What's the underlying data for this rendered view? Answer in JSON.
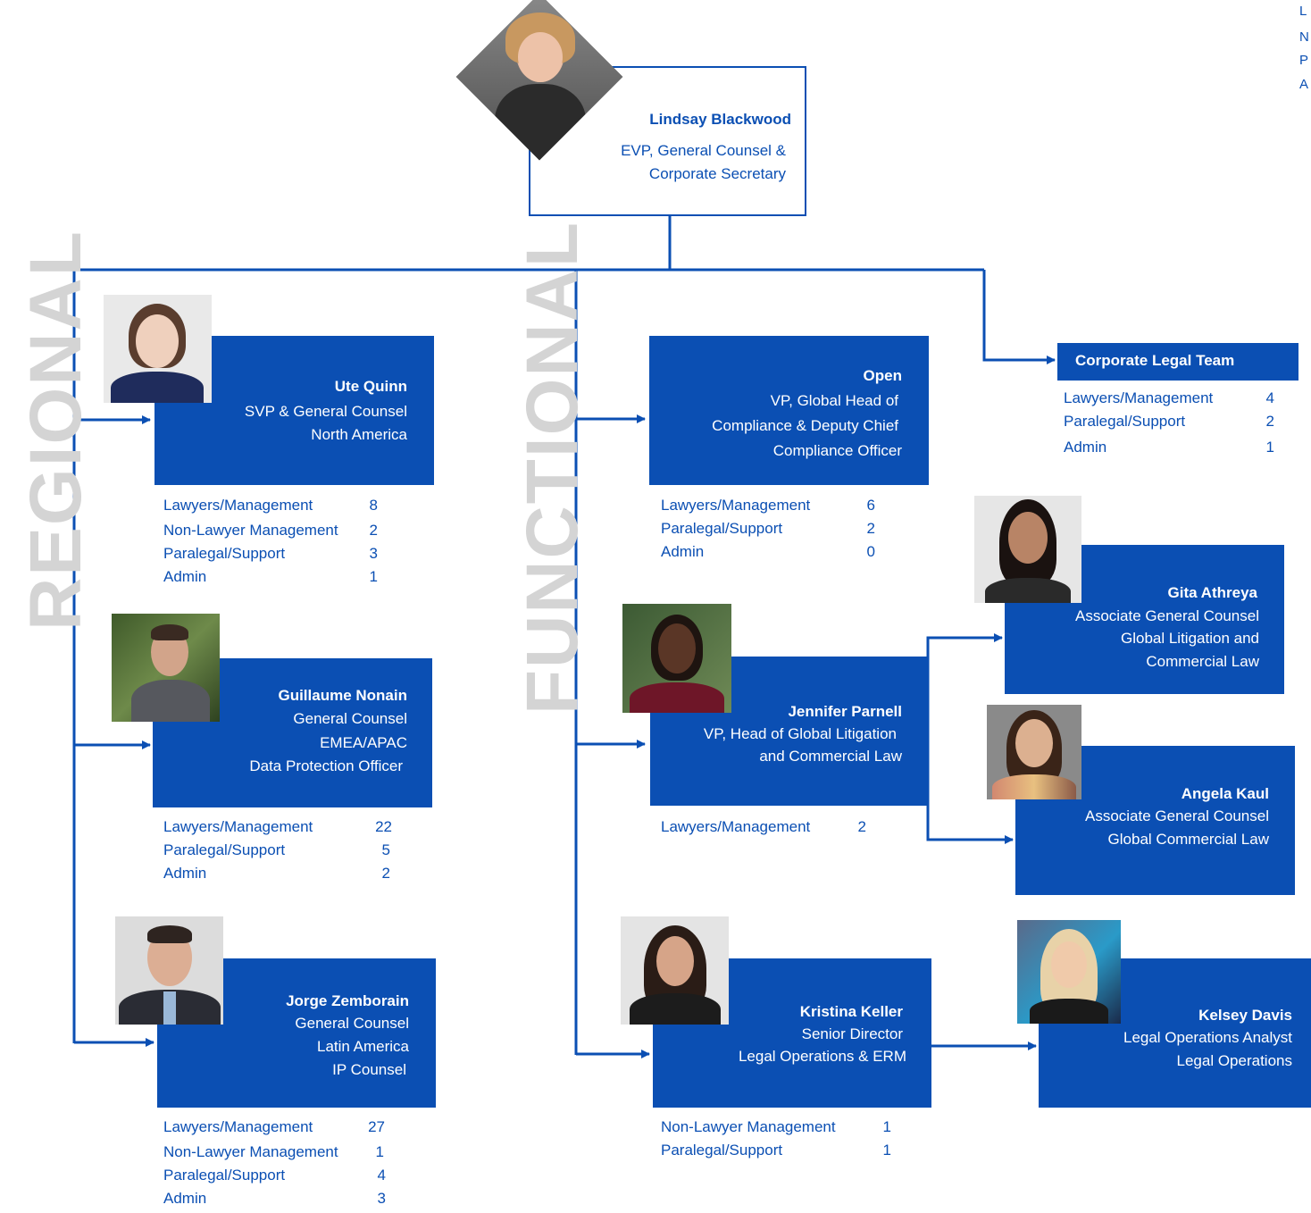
{
  "colors": {
    "brand": "#0B4FB3",
    "watermark": "#D4D4D4",
    "connector": "#0B4FB3"
  },
  "section_labels": {
    "regional": "REGIONAL",
    "functional": "FUNCTIONAL"
  },
  "edge_text": [
    "L",
    "N",
    "P",
    "A"
  ],
  "root": {
    "name": "Lindsay Blackwood",
    "title_1": "EVP, General Counsel &",
    "title_2": "Corporate Secretary"
  },
  "corporate_legal_team": {
    "title": "Corporate Legal Team",
    "stats": [
      {
        "label": "Lawyers/Management",
        "value": "4"
      },
      {
        "label": "Paralegal/Support",
        "value": "2"
      },
      {
        "label": "Admin",
        "value": "1"
      }
    ]
  },
  "regional": [
    {
      "name": "Ute Quinn",
      "line_1": "SVP & General Counsel",
      "line_2": "North America",
      "stats": [
        {
          "label": "Lawyers/Management",
          "value": "8"
        },
        {
          "label": "Non-Lawyer Management",
          "value": "2"
        },
        {
          "label": "Paralegal/Support",
          "value": "3"
        },
        {
          "label": "Admin",
          "value": "1"
        }
      ]
    },
    {
      "name": "Guillaume Nonain",
      "line_1": "General Counsel",
      "line_2": "EMEA/APAC",
      "line_3": "Data Protection Officer",
      "stats": [
        {
          "label": "Lawyers/Management",
          "value": "22"
        },
        {
          "label": "Paralegal/Support",
          "value": "5"
        },
        {
          "label": "Admin",
          "value": "2"
        }
      ]
    },
    {
      "name": "Jorge Zemborain",
      "line_1": "General Counsel",
      "line_2": "Latin America",
      "line_3": "IP Counsel",
      "stats": [
        {
          "label": "Lawyers/Management",
          "value": "27"
        },
        {
          "label": "Non-Lawyer Management",
          "value": "1"
        },
        {
          "label": "Paralegal/Support",
          "value": "4"
        },
        {
          "label": "Admin",
          "value": "3"
        }
      ]
    }
  ],
  "functional": [
    {
      "name": "Open",
      "line_1": "VP, Global Head of",
      "line_2": "Compliance & Deputy Chief",
      "line_3": "Compliance Officer",
      "stats": [
        {
          "label": "Lawyers/Management",
          "value": "6"
        },
        {
          "label": "Paralegal/Support",
          "value": "2"
        },
        {
          "label": "Admin",
          "value": "0"
        }
      ]
    },
    {
      "name": "Jennifer Parnell",
      "line_1": "VP, Head of Global Litigation",
      "line_2": "and Commercial Law",
      "stats": [
        {
          "label": "Lawyers/Management",
          "value": "2"
        }
      ]
    },
    {
      "name": "Kristina Keller",
      "line_1": "Senior Director",
      "line_2": "Legal Operations & ERM",
      "stats": [
        {
          "label": "Non-Lawyer Management",
          "value": "1"
        },
        {
          "label": "Paralegal/Support",
          "value": "1"
        }
      ]
    }
  ],
  "reports": [
    {
      "name": "Gita Athreya",
      "line_1": "Associate General Counsel",
      "line_2": "Global Litigation and",
      "line_3": "Commercial Law"
    },
    {
      "name": "Angela Kaul",
      "line_1": "Associate General Counsel",
      "line_2": "Global Commercial Law"
    },
    {
      "name": "Kelsey Davis",
      "line_1": "Legal Operations Analyst",
      "line_2": "Legal Operations"
    }
  ]
}
